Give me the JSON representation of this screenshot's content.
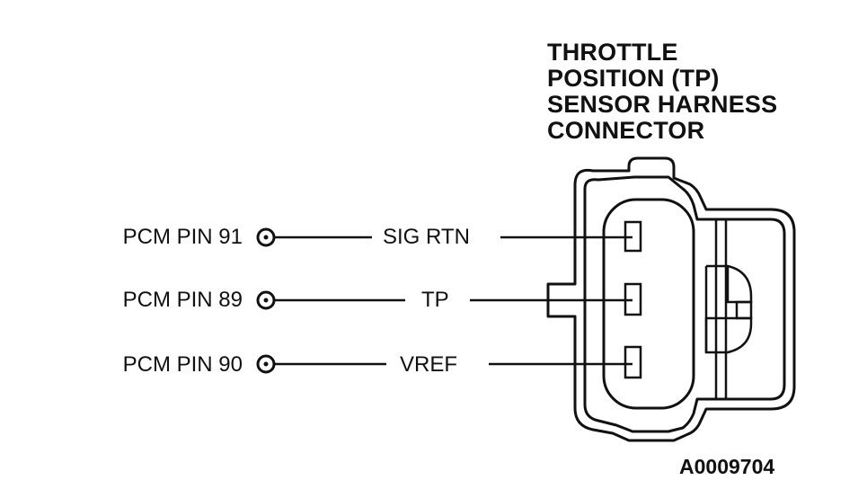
{
  "title_lines": [
    "THROTTLE",
    "POSITION (TP)",
    "SENSOR HARNESS",
    "CONNECTOR"
  ],
  "figure_id": "A0009704",
  "wires": [
    {
      "pcm_pin": "PCM PIN 91",
      "signal": "SIG RTN"
    },
    {
      "pcm_pin": "PCM PIN 89",
      "signal": "TP"
    },
    {
      "pcm_pin": "PCM PIN 90",
      "signal": "VREF"
    }
  ]
}
